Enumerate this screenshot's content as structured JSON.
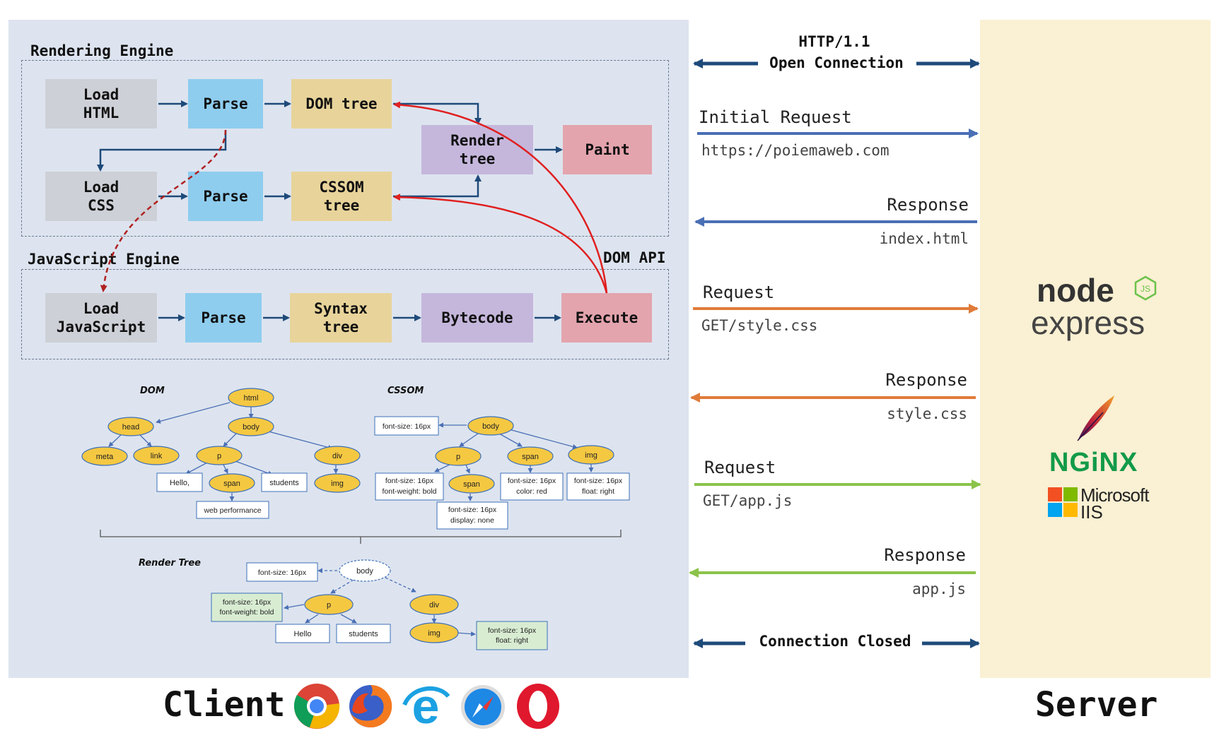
{
  "client": {
    "rendering_engine": {
      "title": "Rendering Engine",
      "load_html": "Load\nHTML",
      "parse_html": "Parse",
      "dom_tree": "DOM tree",
      "load_css": "Load\nCSS",
      "parse_css": "Parse",
      "cssom_tree": "CSSOM\ntree",
      "render_tree": "Render\ntree",
      "paint": "Paint"
    },
    "dom_api_label": "DOM API",
    "javascript_engine": {
      "title": "JavaScript Engine",
      "load_js": "Load\nJavaScript",
      "parse_js": "Parse",
      "syntax_tree": "Syntax\ntree",
      "bytecode": "Bytecode",
      "execute": "Execute"
    },
    "trees": {
      "dom": {
        "title": "DOM",
        "nodes": [
          "html",
          "head",
          "body",
          "meta",
          "link",
          "p",
          "div",
          "span",
          "img"
        ],
        "texts": [
          "Hello,",
          "students",
          "web performance"
        ]
      },
      "cssom": {
        "title": "CSSOM",
        "nodes": [
          "body",
          "p",
          "span",
          "img",
          "span"
        ],
        "styles": [
          "font-size: 16px",
          "font-size: 16px\nfont-weight: bold",
          "font-size: 16px\ncolor: red",
          "font-size: 16px\nfloat: right",
          "font-size: 16px\ndisplay: none"
        ]
      },
      "render": {
        "title": "Render Tree",
        "nodes": [
          "body",
          "p",
          "div",
          "img"
        ],
        "texts": [
          "Hello",
          "students"
        ],
        "styles": [
          "font-size: 16px",
          "font-size: 16px\nfont-weight: bold",
          "font-size: 16px\nfloat: right"
        ]
      }
    },
    "footer_title": "Client",
    "browsers": [
      "chrome-icon",
      "firefox-icon",
      "edge-icon",
      "safari-icon",
      "opera-icon"
    ]
  },
  "protocol": {
    "open": {
      "line1": "HTTP/1.1",
      "line2": "Open Connection"
    },
    "messages": [
      {
        "label": "Initial Request",
        "sub": "https://poiemaweb.com",
        "direction": "to-server",
        "color": "#4a6fb5"
      },
      {
        "label": "Response",
        "sub": "index.html",
        "direction": "to-client",
        "color": "#4a6fb5"
      },
      {
        "label": "Request",
        "sub": "GET/style.css",
        "direction": "to-server",
        "color": "#e07b39"
      },
      {
        "label": "Response",
        "sub": "style.css",
        "direction": "to-client",
        "color": "#e07b39"
      },
      {
        "label": "Request",
        "sub": "GET/app.js",
        "direction": "to-server",
        "color": "#8bc34a"
      },
      {
        "label": "Response",
        "sub": "app.js",
        "direction": "to-client",
        "color": "#8bc34a"
      }
    ],
    "closed": "Connection Closed"
  },
  "server": {
    "footer_title": "Server",
    "logos": {
      "node": "node",
      "node_js": "JS",
      "express": "express",
      "nginx": "NGiNX",
      "microsoft": "Microsoft",
      "iis": "IIS"
    }
  },
  "colors": {
    "client_bg": "#dde4ef",
    "server_bg": "#faf0d3",
    "arrow_dark": "#1e4a7a",
    "dom_api_arrow": "#e02020"
  }
}
